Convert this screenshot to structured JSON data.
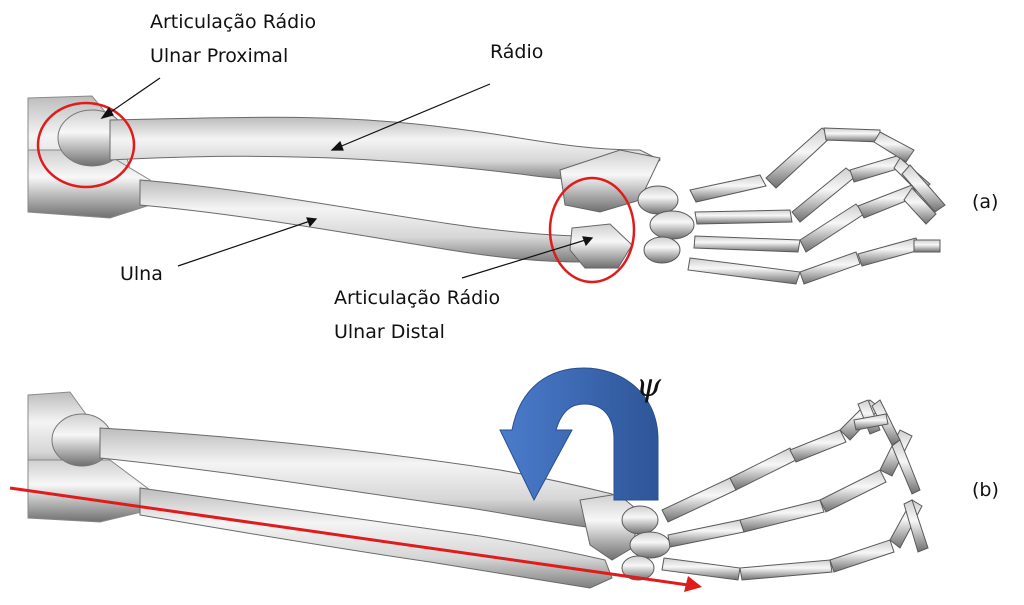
{
  "labels": {
    "proximal_joint": [
      "Articulação Rádio",
      "Ulnar Proximal"
    ],
    "radius": "Rádio",
    "ulna": "Ulna",
    "distal_joint": [
      "Articulação Rádio",
      "Ulnar Distal"
    ],
    "panel_a": "(a)",
    "panel_b": "(b)",
    "rotation_symbol": "ψ"
  },
  "colors": {
    "highlight_circle": "#e01b1b",
    "axis_line": "#e01b1b",
    "rotation_arrow": "#4472c4",
    "bone_fill": "#e6e6e6",
    "bone_shadow": "#8c8c8c",
    "bone_outline": "#555555"
  }
}
